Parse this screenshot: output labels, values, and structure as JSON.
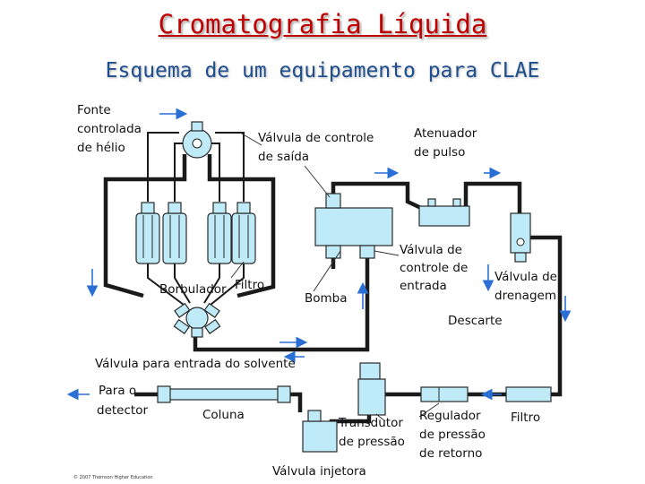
{
  "title": "Cromatografia Líquida",
  "subtitle": "Esquema de um equipamento para CLAE",
  "labels": {
    "fonte_l1": "Fonte",
    "fonte_l2": "controlada",
    "fonte_l3": "de hélio",
    "valv_saida_l1": "Válvula de controle",
    "valv_saida_l2": "de saída",
    "atenuador_l1": "Atenuador",
    "atenuador_l2": "de pulso",
    "valv_entrada_l1": "Válvula de",
    "valv_entrada_l2": "controle de",
    "valv_entrada_l3": "entrada",
    "valv_dren_l1": "Válvula de",
    "valv_dren_l2": "drenagem",
    "borbulador": "Borbulador",
    "filtro1": "Filtro",
    "bomba": "Bomba",
    "descarte": "Descarte",
    "valv_solvente": "Válvula para entrada do solvente",
    "detector_l1": "Para o",
    "detector_l2": "detector",
    "coluna": "Coluna",
    "transdutor_l1": "Transdutor",
    "transdutor_l2": "de pressão",
    "regulador_l1": "Regulador",
    "regulador_l2": "de pressão",
    "regulador_l3": "de retorno",
    "filtro2": "Filtro",
    "injetora": "Válvula injetora",
    "copyright": "© 2007 Thomson Higher Education"
  },
  "colors": {
    "title": "#c00000",
    "subtitle": "#1f4f8f",
    "component": "#bfeaf8",
    "arrow": "#2a6fd6",
    "tubing": "#1a1a1a"
  }
}
